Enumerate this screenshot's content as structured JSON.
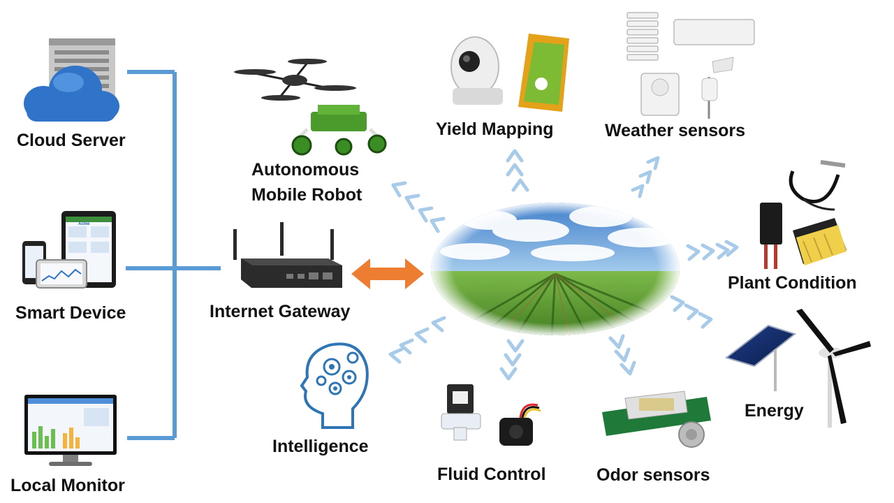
{
  "labels": {
    "cloud_server": "Cloud Server",
    "smart_device": "Smart Device",
    "local_monitor": "Local Monitor",
    "internet_gateway": "Internet Gateway",
    "robot_line1": "Autonomous",
    "robot_line2": "Mobile Robot",
    "yield_mapping": "Yield Mapping",
    "weather_sensors": "Weather sensors",
    "plant_condition": "Plant Condition",
    "energy": "Energy",
    "intelligence": "Intelligence",
    "fluid_control": "Fluid Control",
    "odor_sensors": "Odor sensors"
  },
  "colors": {
    "connector": "#5b9bd5",
    "bidirectional_arrow": "#ed7d31",
    "chevron": "#9dc3e6",
    "sky": "#6fa8dc",
    "field": "#5a9e2f",
    "intelligence_icon": "#2e75b6"
  },
  "screen_texts": {
    "phone_header": "Acme"
  }
}
